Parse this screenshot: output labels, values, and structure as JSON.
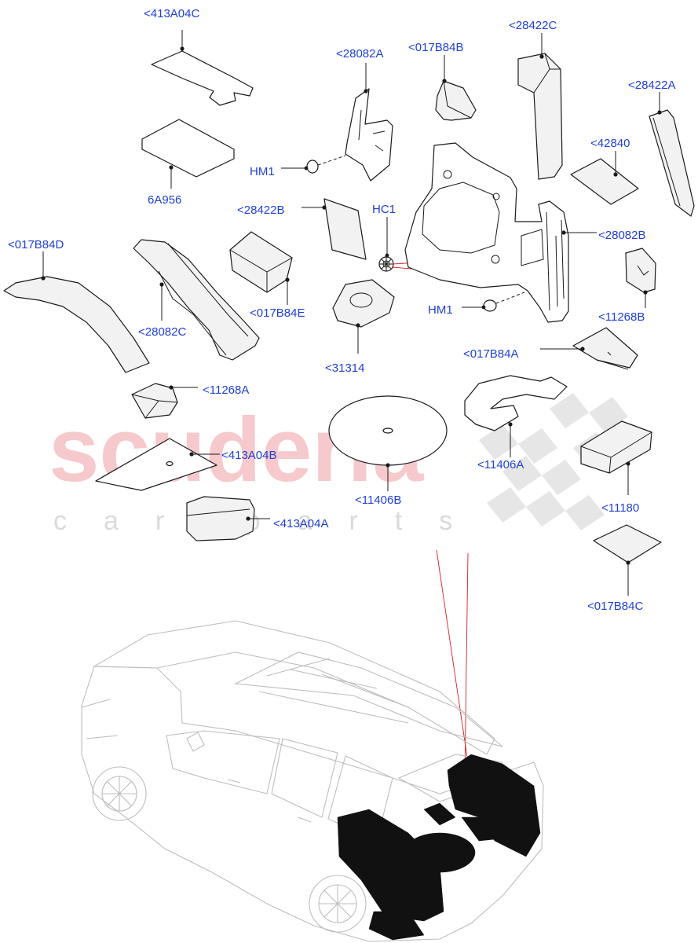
{
  "watermark": {
    "brand": "scuderia",
    "sub": "car parts"
  },
  "colors": {
    "label": "#1f3fd6",
    "watermark": "#f6c9cc",
    "leader_red": "#d62020"
  },
  "labels": {
    "p413A04C": "<413A04C",
    "p28082A": "<28082A",
    "p017B84B": "<017B84B",
    "p28422C": "<28422C",
    "p28422A": "<28422A",
    "p42840": "<42840",
    "p6A956": "6A956",
    "hm1_top": "HM1",
    "hc1": "HC1",
    "p28422B": "<28422B",
    "p28082B": "<28082B",
    "p017B84D": "<017B84D",
    "p017B84E": "<017B84E",
    "hm1_mid": "HM1",
    "p11268B": "<11268B",
    "p28082C": "<28082C",
    "p31314": "<31314",
    "p017B84A": "<017B84A",
    "p11268A": "<11268A",
    "p11406A": "<11406A",
    "p413A04B": "<413A04B",
    "p11406B": "<11406B",
    "p11180": "<11180",
    "p413A04A": "<413A04A",
    "p017B84C": "<017B84C"
  }
}
